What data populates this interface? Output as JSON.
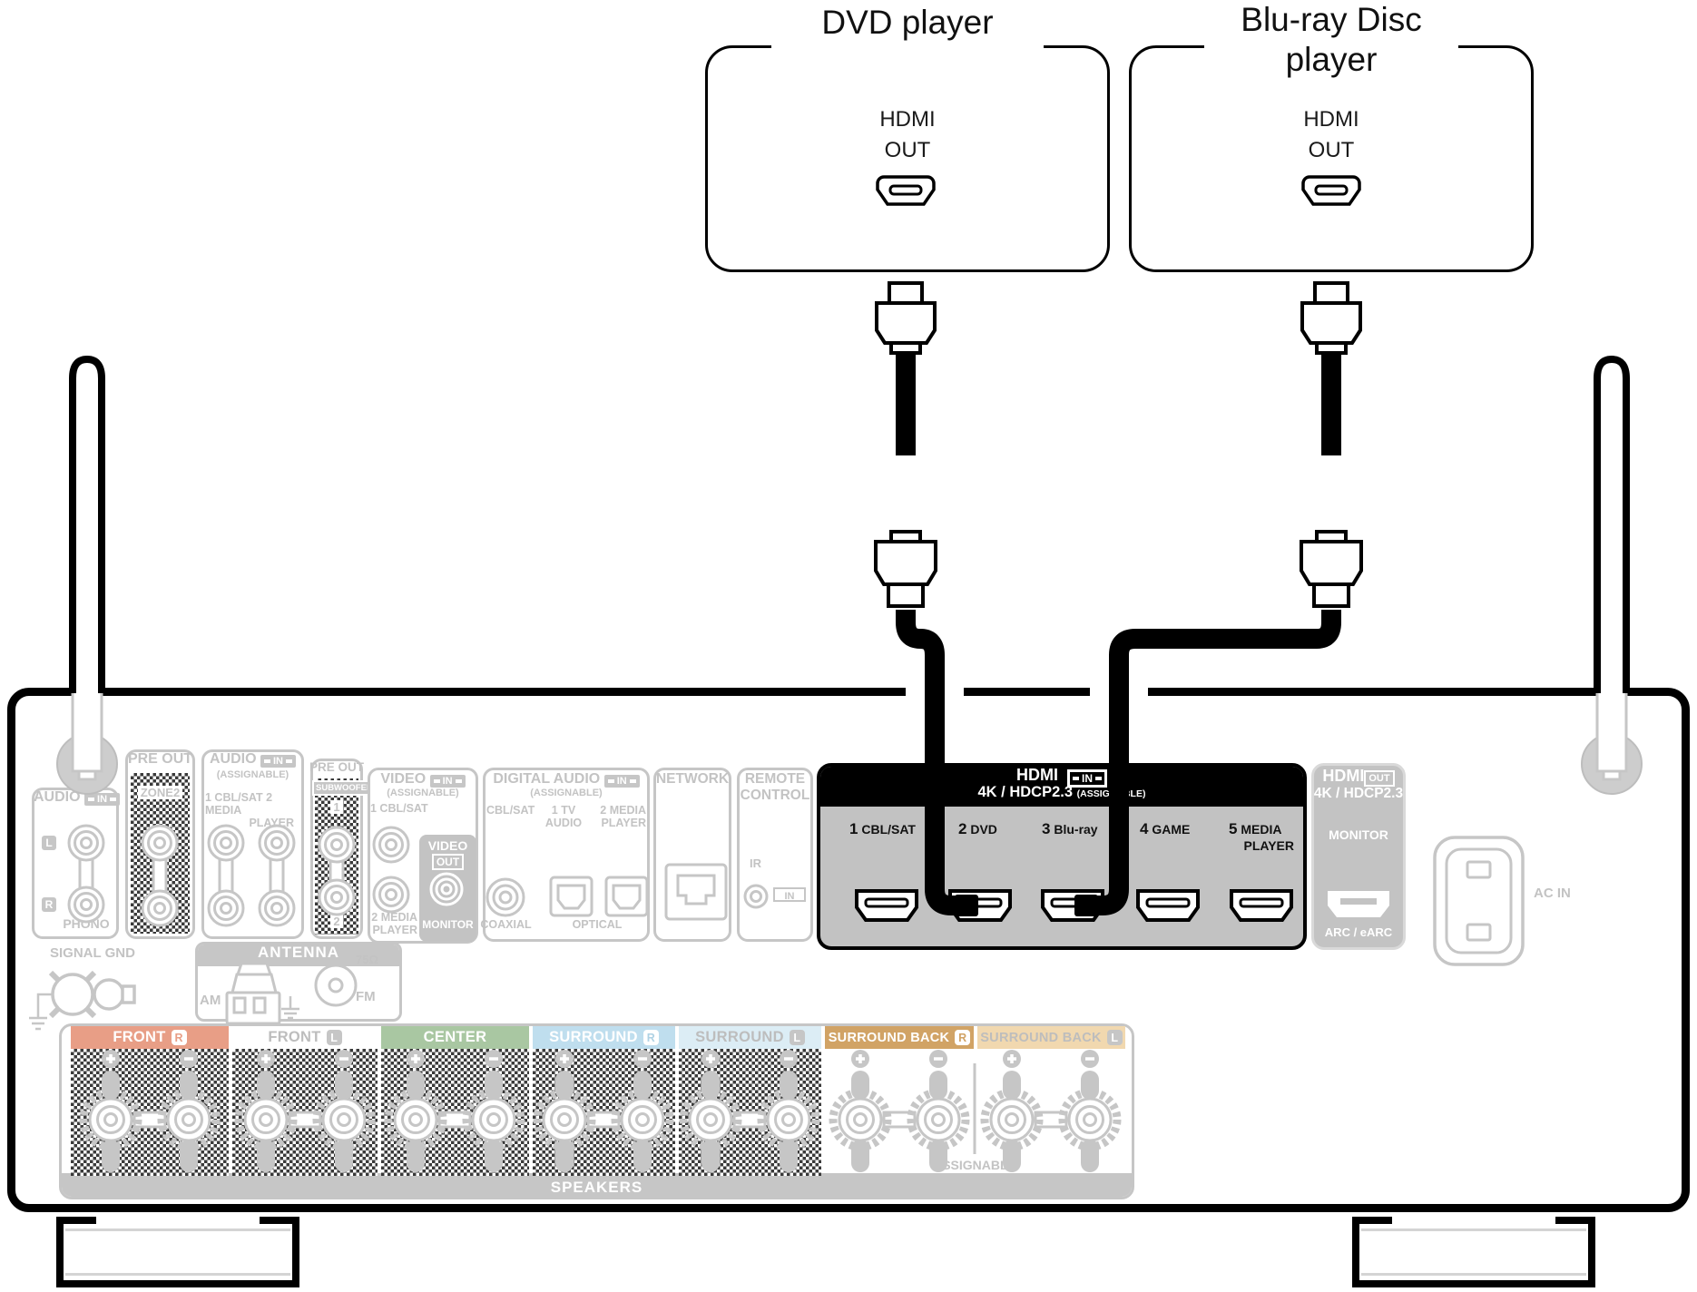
{
  "colors": {
    "highlight_header": "#000000",
    "highlight_body": "#c2c2c2",
    "ghost_gray": "#c6c6c6",
    "cable_black": "#000000",
    "front_r": "#e89e86",
    "front_l": "#ffffff",
    "center": "#a9c7a2",
    "surround_r": "#bfdeee",
    "surround_l": "#dcedf5",
    "surround_back_r": "#d1a365",
    "surround_back_l": "#f1d8af"
  },
  "devices": {
    "dvd": {
      "title": "DVD player",
      "hdmi": "HDMI",
      "out": "OUT"
    },
    "bluray": {
      "title": "Blu-ray Disc player",
      "hdmi": "HDMI",
      "out": "OUT"
    }
  },
  "rear_panel": {
    "audio_in": {
      "title": "AUDIO",
      "badge": "IN",
      "l": "L",
      "r": "R",
      "phono": "PHONO",
      "signal_gnd": "SIGNAL GND"
    },
    "pre_out_zone2": {
      "title": "PRE OUT",
      "zone": "ZONE2"
    },
    "audio_in_assignable": {
      "title": "AUDIO",
      "badge": "IN",
      "sub": "(ASSIGNABLE)",
      "row1": "1 CBL/SAT 2 MEDIA",
      "row2": "PLAYER"
    },
    "pre_out_sub": {
      "title": "PRE OUT",
      "badge": "SUBWOOFER",
      "jack1": "1",
      "jack2": "2"
    },
    "video_in": {
      "title": "VIDEO",
      "badge": "IN",
      "sub": "(ASSIGNABLE)",
      "jack1": "1 CBL/SAT",
      "jack2_line1": "2 MEDIA",
      "jack2_line2": "PLAYER",
      "out_title": "VIDEO",
      "out_badge": "OUT",
      "monitor": "MONITOR"
    },
    "digital_audio": {
      "title": "DIGITAL AUDIO",
      "badge": "IN",
      "sub": "(ASSIGNABLE)",
      "col1": "CBL/SAT",
      "col2_line1": "1 TV",
      "col2_line2": "AUDIO",
      "col3_line1": "2 MEDIA",
      "col3_line2": "PLAYER",
      "coaxial": "COAXIAL",
      "optical": "OPTICAL"
    },
    "network": {
      "title": "NETWORK"
    },
    "remote_control": {
      "line1": "REMOTE",
      "line2": "CONTROL",
      "ir": "IR",
      "in_badge": "IN"
    },
    "hdmi_in": {
      "title": "HDMI",
      "badge": "IN",
      "spec": "4K / HDCP2.3",
      "assignable": "(ASSIGNABLE)",
      "ports": [
        {
          "num": "1",
          "label": "CBL/SAT"
        },
        {
          "num": "2",
          "label": "DVD"
        },
        {
          "num": "3",
          "label": "Blu-ray"
        },
        {
          "num": "4",
          "label": "GAME"
        },
        {
          "num": "5",
          "label": "MEDIA",
          "label2": "PLAYER"
        }
      ]
    },
    "hdmi_out": {
      "title": "HDMI",
      "badge": "OUT",
      "spec": "4K / HDCP2.3",
      "monitor": "MONITOR",
      "arc": "ARC / eARC"
    },
    "ac_in": {
      "label": "AC IN"
    },
    "antenna": {
      "title": "ANTENNA",
      "am": "AM",
      "fm": "FM",
      "ohm": "75Ω"
    },
    "speakers": {
      "title": "SPEAKERS",
      "assignable": "ASSIGNABLE",
      "channels": [
        {
          "label": "FRONT",
          "badge": "R",
          "color": "#e89e86"
        },
        {
          "label": "FRONT",
          "badge": "L",
          "color": "#ffffff"
        },
        {
          "label": "CENTER",
          "badge": "",
          "color": "#a9c7a2"
        },
        {
          "label": "SURROUND",
          "badge": "R",
          "color": "#bfdeee"
        },
        {
          "label": "SURROUND",
          "badge": "L",
          "color": "#dcedf5"
        },
        {
          "label": "SURROUND BACK",
          "badge": "R",
          "color": "#d1a365"
        },
        {
          "label": "SURROUND BACK",
          "badge": "L",
          "color": "#f1d8af"
        }
      ]
    }
  }
}
